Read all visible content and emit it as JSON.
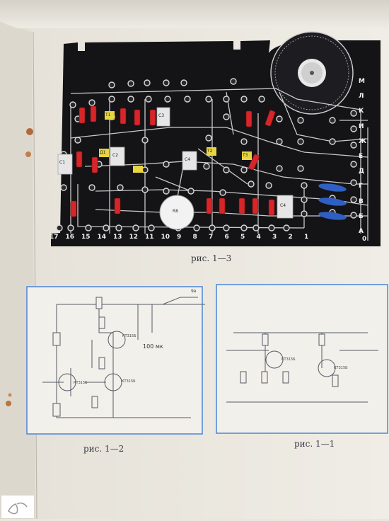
{
  "figures": {
    "board": {
      "caption": "рис. 1—3",
      "bottom_numbers": [
        "17",
        "16",
        "15",
        "14",
        "13",
        "12",
        "11",
        "10",
        "9",
        "8",
        "7",
        "6",
        "5",
        "4",
        "3",
        "2",
        "1"
      ],
      "right_letters": [
        "М",
        "Л",
        "К",
        "И",
        "Ж",
        "Е",
        "Д",
        "Г",
        "В",
        "Б",
        "А"
      ],
      "left_edge_number": "0",
      "component_labels": {
        "c1": "C1",
        "c2": "C2",
        "c3": "C3",
        "c4a": "C4",
        "c4b": "C4",
        "r8": "R8",
        "t1": "T1",
        "t2": "T2",
        "t3": "T3",
        "d1": "Д1"
      }
    },
    "schematic_left": {
      "caption": "рис. 1—2",
      "labels": {
        "cap_value": "100 мк",
        "t1": "КТ315Б",
        "t2": "КТ315Б",
        "t3": "КТ315Б",
        "v_out": "9в"
      }
    },
    "schematic_right": {
      "caption": "рис. 1—1",
      "labels": {
        "t1": "КТ315Б",
        "t2": "КТ315Б"
      }
    }
  },
  "colors": {
    "board_bg": "#141316",
    "trace": "#c9c9c9",
    "resistor": "#d6262a",
    "cap_yellow": "#e8d640",
    "blue_part": "#2f5fc2",
    "frame_blue": "#4a86d8",
    "paper": "#e9e6de",
    "ink": "#3a3a44"
  },
  "watermark": {
    "icon": "ebay-logo-icon"
  }
}
